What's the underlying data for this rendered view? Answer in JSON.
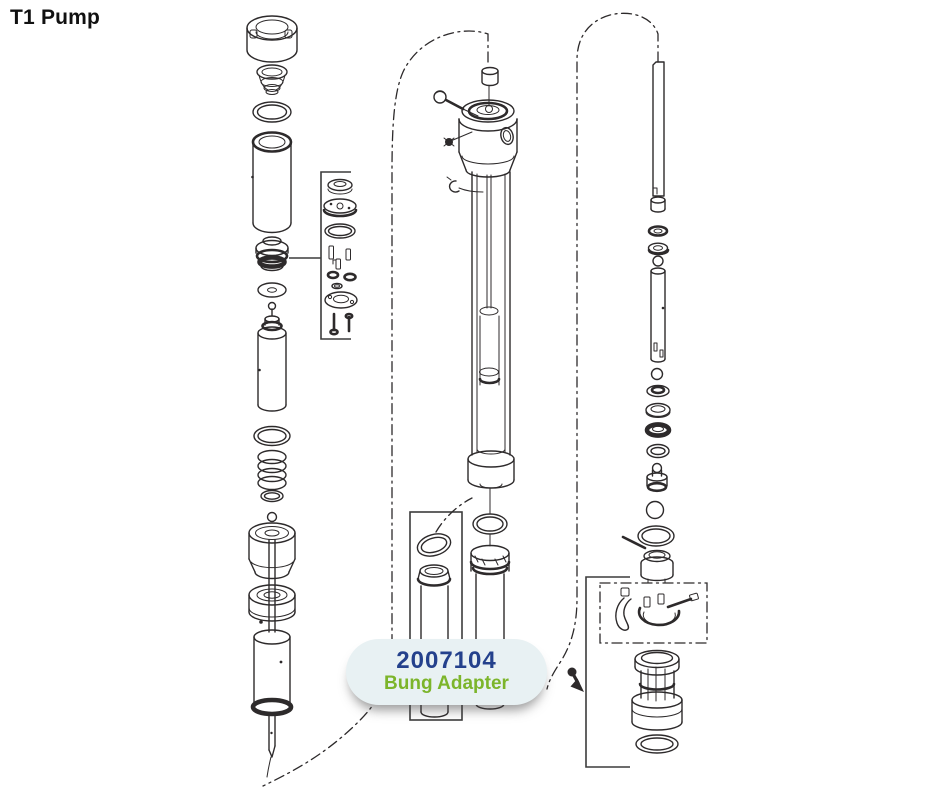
{
  "header": {
    "title": "T1 Pump"
  },
  "callout": {
    "part_number": "2007104",
    "part_name": "Bung Adapter"
  },
  "colors": {
    "background": "#ffffff",
    "line_ink": "#2d2a2b",
    "detail_box_stroke": "#3c3c3c",
    "callout_bg": "#e8f1f3",
    "part_number_color": "#24418c",
    "part_name_color": "#7cb52b"
  }
}
